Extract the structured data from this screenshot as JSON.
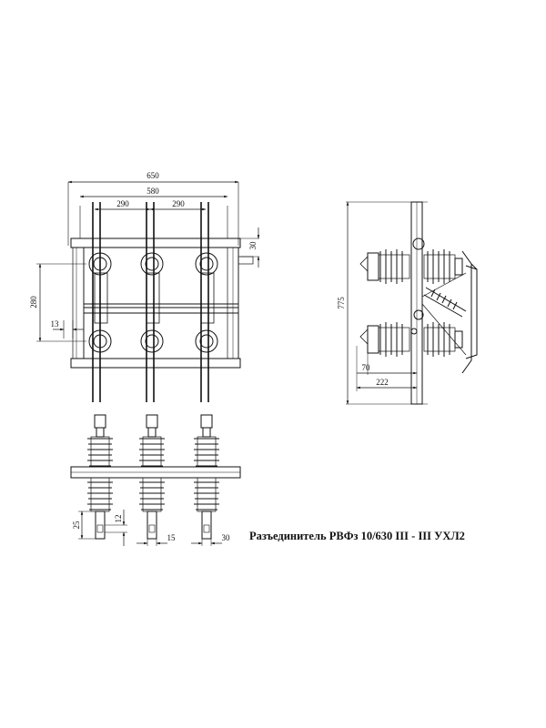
{
  "drawing": {
    "title": "Разъединитель РВФз 10/630 III - III УХЛ2",
    "front_view": {
      "overall_width": "650",
      "contact_span": "580",
      "pole_pitch_left": "290",
      "pole_pitch_right": "290",
      "top_offset": "30",
      "mounting_height": "280",
      "side_offset": "13"
    },
    "side_view": {
      "overall_height": "775",
      "insulator_offset": "70",
      "base_depth": "222"
    },
    "bottom_view": {
      "terminal_height": "25",
      "terminal_width": "12",
      "terminal_gap": "15",
      "terminal_offset": "30"
    }
  },
  "colors": {
    "ink": "#111111",
    "paper": "#ffffff"
  }
}
